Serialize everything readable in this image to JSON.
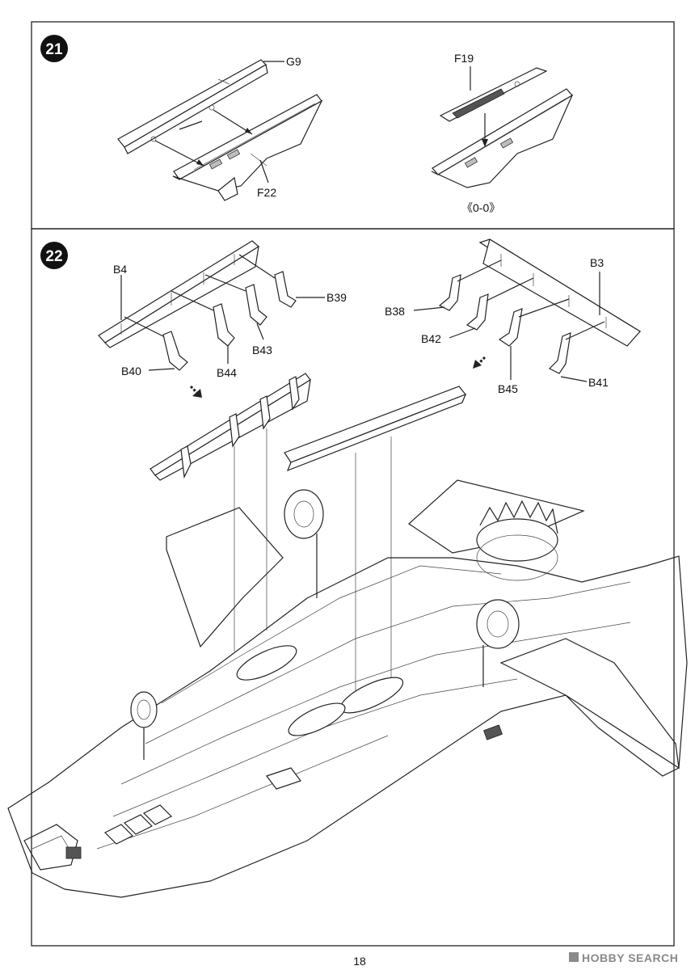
{
  "page_number": "18",
  "watermark": "HOBBY SEARCH",
  "steps": [
    {
      "number": "21",
      "parts": [
        "G9",
        "F22",
        "F19"
      ],
      "note": "《0-0》"
    },
    {
      "number": "22",
      "parts": [
        "B4",
        "B39",
        "B43",
        "B40",
        "B44",
        "B3",
        "B38",
        "B42",
        "B45",
        "B41"
      ]
    }
  ]
}
